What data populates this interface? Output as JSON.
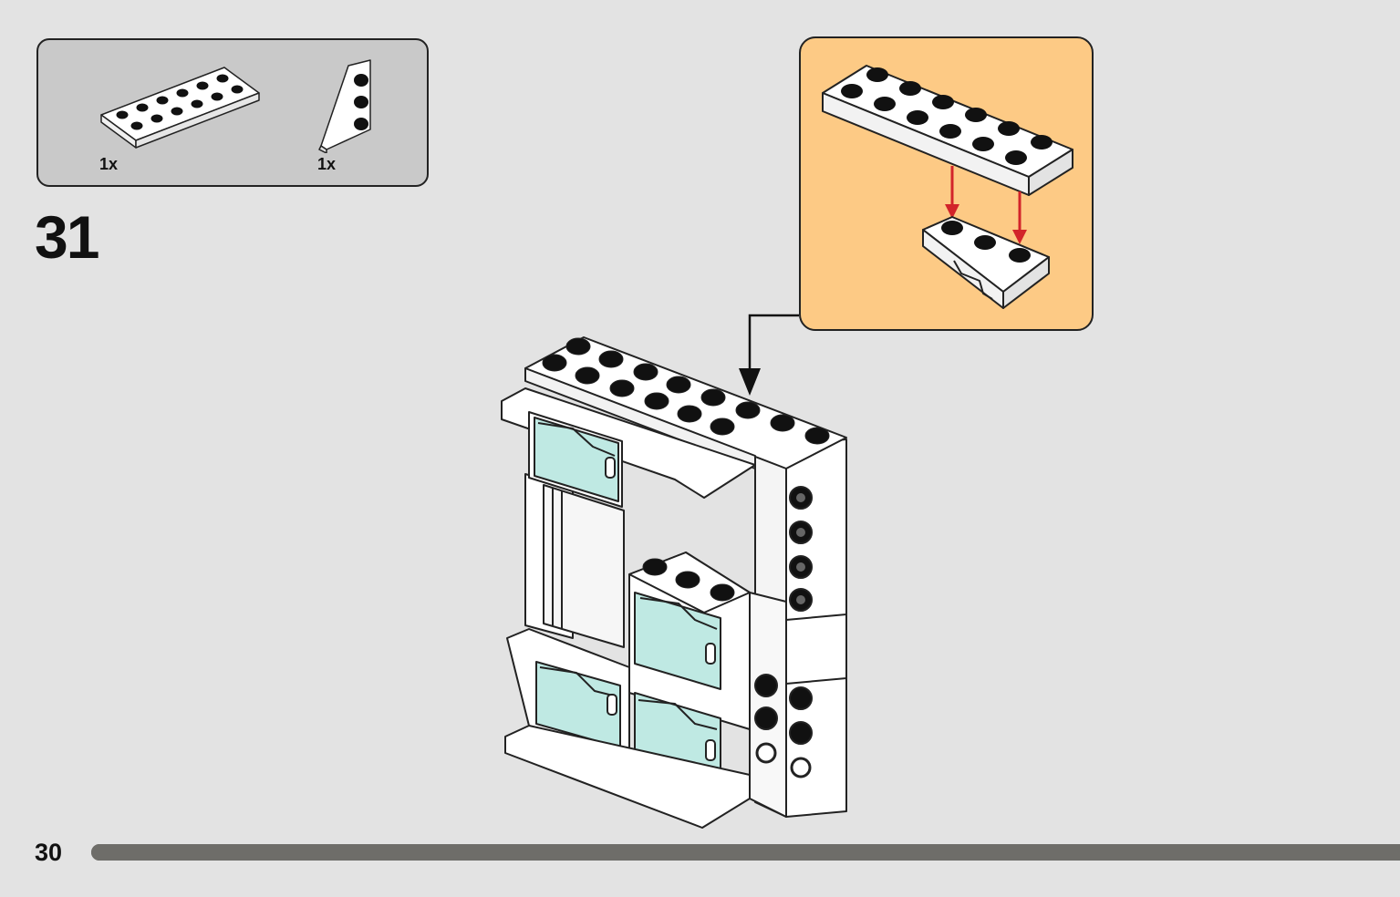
{
  "parts_list": {
    "items": [
      {
        "name": "plate-2x6",
        "quantity": "1x"
      },
      {
        "name": "wedge-plate-3x2",
        "quantity": "1x"
      }
    ]
  },
  "step": {
    "number": "31"
  },
  "colors": {
    "page_background": "#e3e3e3",
    "parts_box": "#c9c9c9",
    "callout": "#fdca85",
    "arrow_red": "#d2242a",
    "glass": "#bfe9e3",
    "progress": "#6e6d69"
  },
  "page": {
    "number": "30",
    "progress_fraction": 1.0
  }
}
